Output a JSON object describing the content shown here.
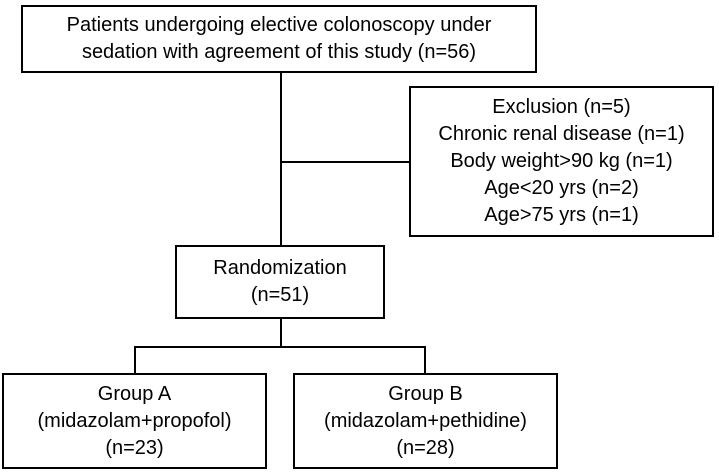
{
  "diagram": {
    "background": "#ffffff",
    "border_color": "#000000",
    "text_color": "#000000",
    "nodes": {
      "enrollment": {
        "lines": [
          "Patients undergoing elective colonoscopy under",
          "sedation with agreement of this study (n=56)"
        ]
      },
      "exclusion": {
        "lines": [
          "Exclusion (n=5)",
          "Chronic renal disease (n=1)",
          "Body weight>90 kg (n=1)",
          "Age<20 yrs (n=2)",
          "Age>75 yrs (n=1)"
        ]
      },
      "randomization": {
        "lines": [
          "Randomization",
          "(n=51)"
        ]
      },
      "group_a": {
        "lines": [
          "Group A",
          "(midazolam+propofol)",
          "(n=23)"
        ]
      },
      "group_b": {
        "lines": [
          "Group B",
          "(midazolam+pethidine)",
          "(n=28)"
        ]
      }
    }
  }
}
